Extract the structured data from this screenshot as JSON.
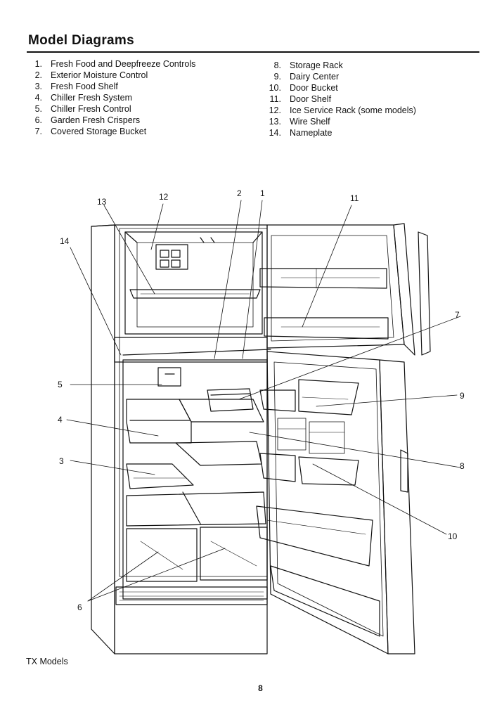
{
  "title": "Model  Diagrams",
  "parts_left": [
    {
      "num": "1.",
      "label": "Fresh Food and Deepfreeze Controls"
    },
    {
      "num": "2.",
      "label": "Exterior Moisture Control"
    },
    {
      "num": "3.",
      "label": "Fresh Food Shelf"
    },
    {
      "num": "4.",
      "label": "Chiller Fresh System"
    },
    {
      "num": "5.",
      "label": "Chiller Fresh Control"
    },
    {
      "num": "6.",
      "label": "Garden Fresh Crispers"
    },
    {
      "num": "7.",
      "label": "Covered Storage Bucket"
    }
  ],
  "parts_right": [
    {
      "num": "8.",
      "label": "Storage Rack"
    },
    {
      "num": "9.",
      "label": "Dairy Center"
    },
    {
      "num": "10.",
      "label": "Door Bucket"
    },
    {
      "num": "11.",
      "label": "Door Shelf"
    },
    {
      "num": "12.",
      "label": "Ice Service Rack (some models)"
    },
    {
      "num": "13.",
      "label": "Wire Shelf"
    },
    {
      "num": "14.",
      "label": "Nameplate"
    }
  ],
  "callouts": {
    "c1": "1",
    "c2": "2",
    "c3": "3",
    "c4": "4",
    "c5": "5",
    "c6": "6",
    "c7": "7",
    "c8": "8",
    "c9": "9",
    "c10": "10",
    "c11": "11",
    "c12": "12",
    "c13": "13",
    "c14": "14"
  },
  "footer_label": "TX Models",
  "page_number": "8"
}
